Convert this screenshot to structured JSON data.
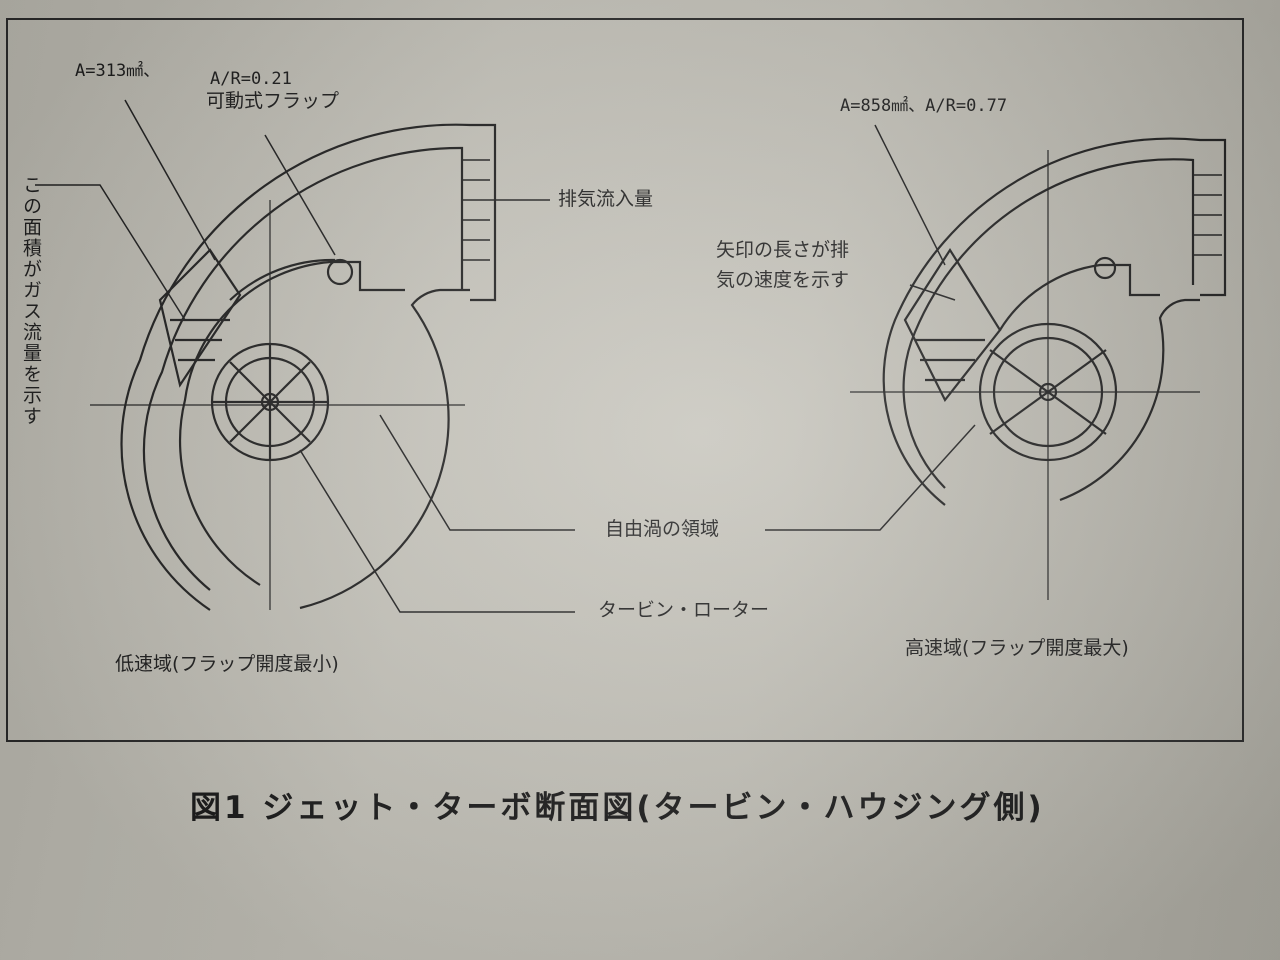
{
  "figure": {
    "caption": "図1 ジェット・ターボ断面図(タービン・ハウジング側)"
  },
  "labels": {
    "area_note": "この面積がガス流量を示す",
    "low_area": "A=313㎟、",
    "low_ar": "A/R=0.21",
    "flap": "可動式フラップ",
    "exhaust_inflow": "排気流入量",
    "high_area_ar": "A=858㎟、A/R=0.77",
    "arrow_note_line1": "矢印の長さが排",
    "arrow_note_line2": "気の速度を示す",
    "free_vortex": "自由渦の領域",
    "turbine_rotor": "タービン・ローター",
    "low_speed": "低速域(フラップ開度最小)",
    "high_speed": "高速域(フラップ開度最大)"
  }
}
